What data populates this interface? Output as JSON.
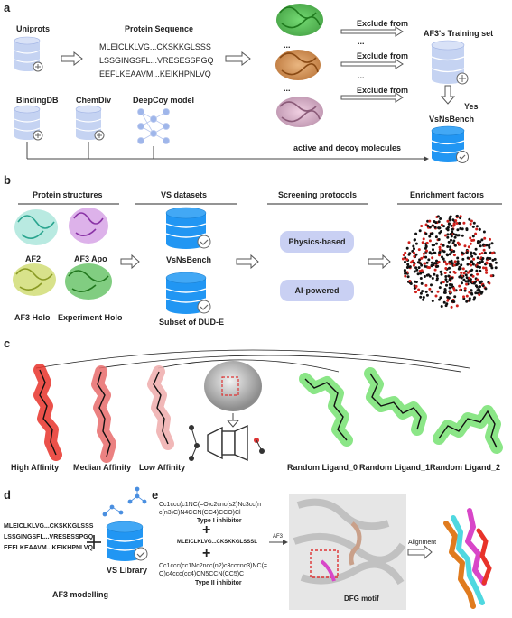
{
  "panels": {
    "a": "a",
    "b": "b",
    "c": "c",
    "d": "d",
    "e": "e"
  },
  "a": {
    "uniprots": "Uniprots",
    "protein_sequence": "Protein Sequence",
    "seq_lines": [
      "MLEICLKLVG...CKSKKGLSSS",
      "LSSGINGSFL...VRESESSPGQ",
      "EEFLKEAAVM...KEIKHPNLVQ"
    ],
    "exclude_from": "Exclude from",
    "ellipsis": "...",
    "af3_training_set": "AF3's Training set",
    "yes": "Yes",
    "vsnsbench": "VsNsBench",
    "bindingdb": "BindingDB",
    "chemdiv": "ChemDiv",
    "deepcoy": "DeepCoy model",
    "active_decoy": "active and decoy molecules"
  },
  "b": {
    "headers": [
      "Protein structures",
      "VS datasets",
      "Screening protocols",
      "Enrichment factors"
    ],
    "af2": "AF2",
    "af3_apo": "AF3 Apo",
    "af3_holo": "AF3 Holo",
    "experiment_holo": "Experiment Holo",
    "vsnsbench": "VsNsBench",
    "dude_subset": "Subset of DUD-E",
    "physics": "Physics-based",
    "ai": "AI-powered"
  },
  "c": {
    "labels": [
      "High Affinity",
      "Median Affinity",
      "Low Affinity",
      "Random Ligand_0",
      "Random Ligand_1",
      "Random Ligand_2"
    ]
  },
  "d": {
    "seq_lines": [
      "MLEICLKLVG...CKSKKGLSSS",
      "LSSGINGSFL...VRESESSPGQ",
      "EEFLKEAAVM...KEIKHPNLVQ"
    ],
    "vs_library": "VS Library",
    "af3_modelling": "AF3 modelling"
  },
  "e": {
    "smiles1": [
      "Cc1ccc(c1NC(=O)c2cnc(s2)Nc3cc(n",
      "c(n3)C)N4CCN(CC4)CCO)Cl"
    ],
    "type1": "Type I inhibitor",
    "plus": "+",
    "seq": "MLEICLKLVG...CKSKKGLSSSL",
    "smiles2": [
      "Cc1ccc(cc1Nc2ncc(n2)c3cccnc3)NC(=",
      "O)c4ccc(cc4)CN5CCN(CC5)C"
    ],
    "type2": "Type II inhibitor",
    "af3": "AF3",
    "dfg_motif": "DFG motif",
    "alignment": "Alignment"
  },
  "colors": {
    "db_blue": "#2196f3",
    "db_light": "#c5d3f2",
    "pill": "#c9d0f3",
    "high": "#e8332a",
    "median": "#e86b6b",
    "low": "#efb0b0",
    "random": "#7ee37a"
  }
}
